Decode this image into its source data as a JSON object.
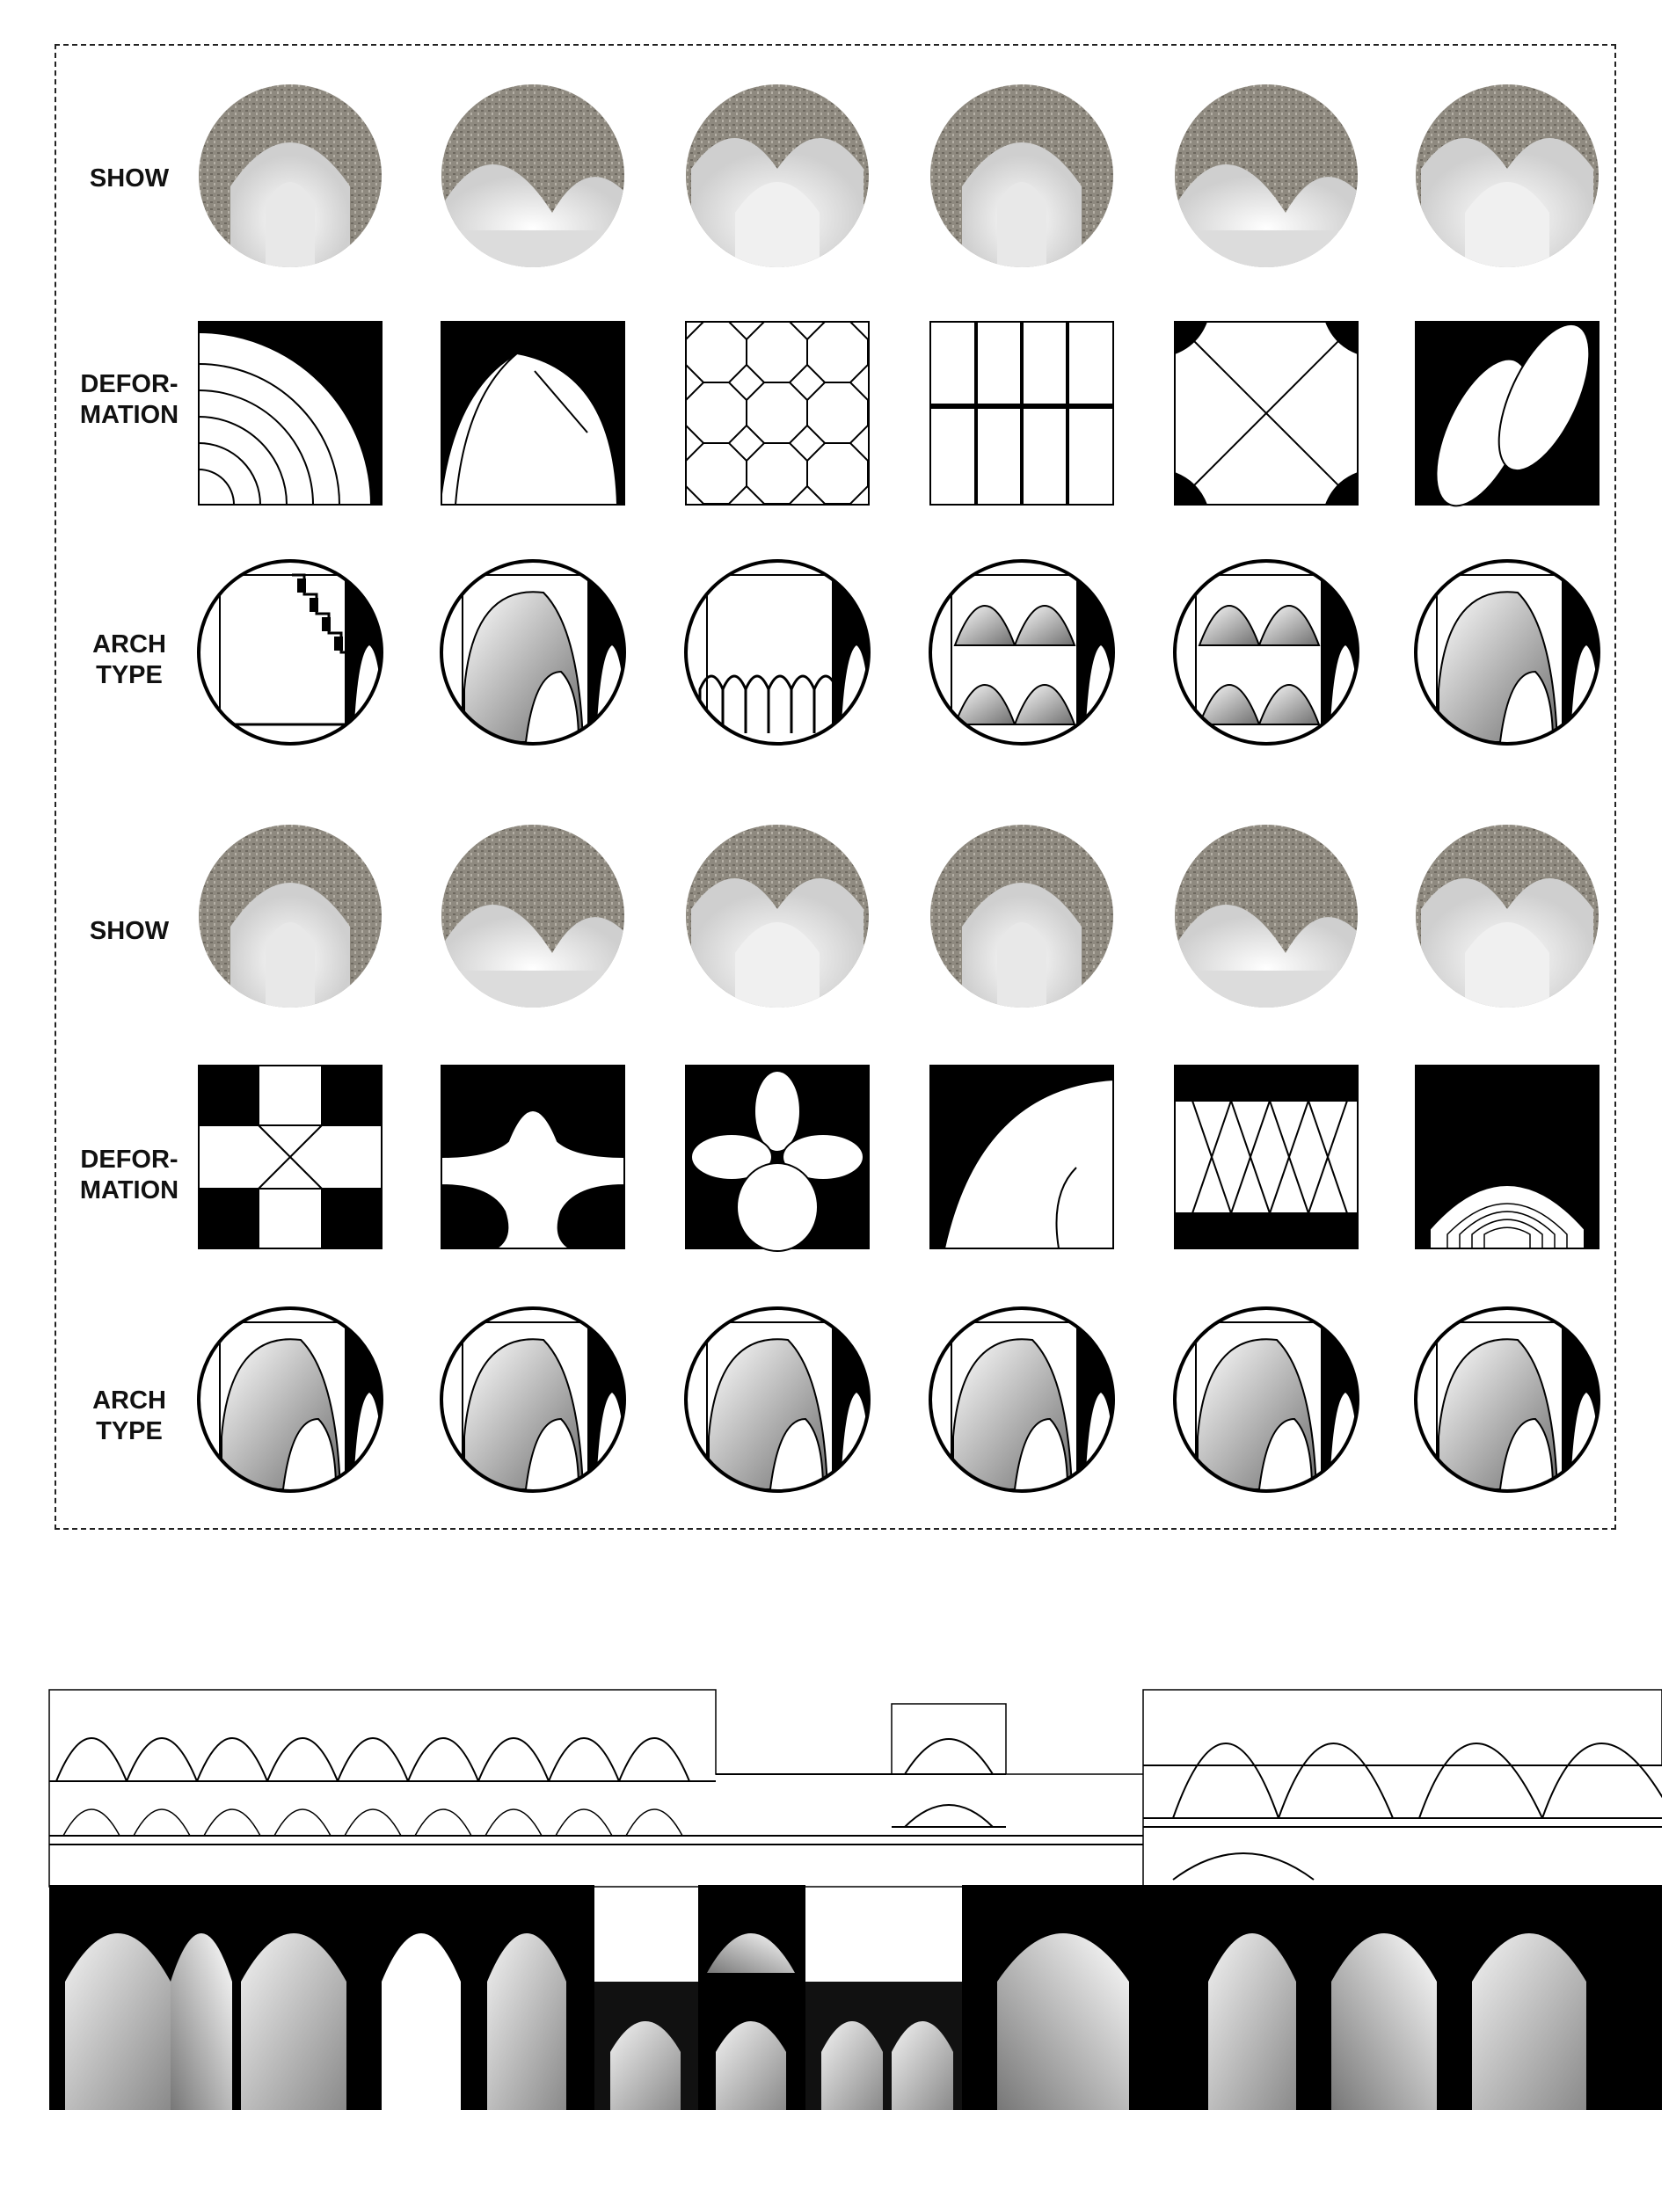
{
  "colors": {
    "ink": "#000000",
    "paper": "#ffffff",
    "stone": "#8f8a80",
    "render_grey": "#b8b8b8"
  },
  "rows": [
    {
      "label": "SHOW",
      "kind": "show"
    },
    {
      "label": "DEFOR-\nMATION",
      "kind": "deformation"
    },
    {
      "label": "ARCH\nTYPE",
      "kind": "archtype"
    },
    {
      "label": "SHOW",
      "kind": "show"
    },
    {
      "label": "DEFOR-\nMATION",
      "kind": "deformation"
    },
    {
      "label": "ARCH\nTYPE",
      "kind": "archtype"
    }
  ],
  "columns": 6,
  "drawings": {
    "section_line": "long-section-line-drawing",
    "section_render": "long-section-shaded-render"
  }
}
